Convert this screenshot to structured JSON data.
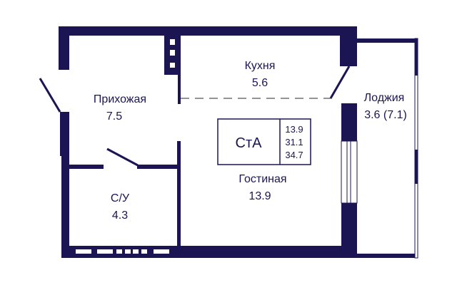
{
  "colors": {
    "wall": "#1b1553",
    "background": "#ffffff"
  },
  "rooms": [
    {
      "id": "hallway",
      "name": "Прихожая",
      "area": "7.5"
    },
    {
      "id": "kitchen",
      "name": "Кухня",
      "area": "5.6"
    },
    {
      "id": "living",
      "name": "Гостиная",
      "area": "13.9"
    },
    {
      "id": "bathroom",
      "name": "С/У",
      "area": "4.3"
    },
    {
      "id": "loggia",
      "name": "Лоджия",
      "area": "3.6 (7.1)"
    }
  ],
  "summary": {
    "type": "СтА",
    "living_area": "13.9",
    "useful_area": "31.1",
    "total_area": "34.7"
  }
}
